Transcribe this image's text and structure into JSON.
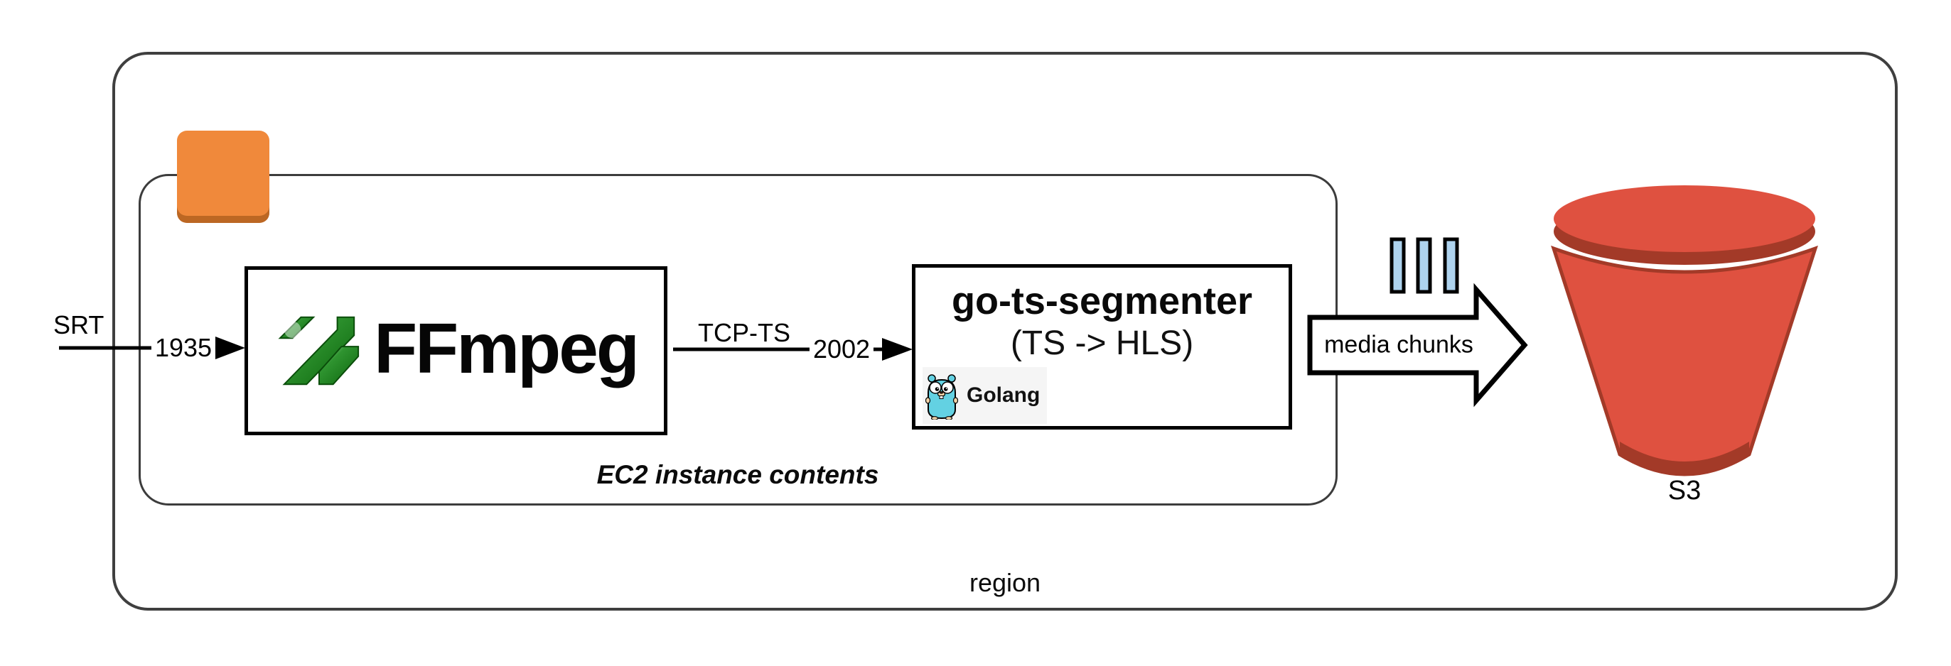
{
  "diagram": {
    "region_label": "region",
    "ec2_label": "EC2 instance contents"
  },
  "flows": {
    "input_protocol": "SRT",
    "input_port": "1935",
    "transport_protocol": "TCP-TS",
    "transport_port": "2002",
    "output_label": "media chunks"
  },
  "nodes": {
    "ffmpeg": {
      "label": "FFmpeg"
    },
    "segmenter": {
      "title": "go-ts-segmenter",
      "subtitle": "(TS -> HLS)",
      "runtime": "Golang"
    },
    "s3": {
      "label": "S3"
    }
  },
  "icons": {
    "ec2": "ec2-orange-square-icon",
    "ffmpeg_logo": "ffmpeg-zigzag-icon",
    "golang_gopher": "golang-gopher-icon",
    "media_chunks": "media-chunk-bars-icon",
    "s3_bucket": "s3-bucket-icon",
    "arrows": [
      "srt-input-arrow",
      "tcp-ts-arrow",
      "media-chunks-block-arrow"
    ]
  },
  "colors": {
    "ec2_orange": "#F0893B",
    "ec2_orange_shadow": "#9A5212",
    "bucket_red": "#DF5140",
    "bucket_dark_red": "#A33A28",
    "chunk_bar_blue": "#AED3EE",
    "ffmpeg_green": "#1E7E1E",
    "gopher_blue": "#63D1E2",
    "border_gray": "#3F3F3F"
  }
}
